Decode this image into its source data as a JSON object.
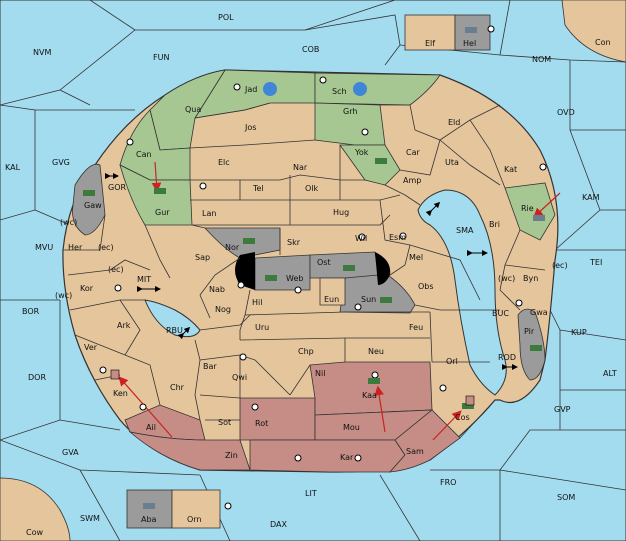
{
  "colors": {
    "sea": "#a4dcef",
    "land": "#e5c59c",
    "green": "#a7c792",
    "red": "#c58d85",
    "gray": "#9b9b9b",
    "blue_unit": "#3f87d6",
    "arrow": "#cc2222"
  },
  "provinces": {
    "pol": "POL",
    "nvm": "NVM",
    "fun": "FUN",
    "cob": "COB",
    "nom": "NOM",
    "con": "Con",
    "elf": "Elf",
    "hel": "Hel",
    "ovd": "OVD",
    "kal": "KAL",
    "gvg": "GVG",
    "kam": "KAM",
    "tei": "TEI",
    "mvu": "MVU",
    "bor": "BOR",
    "kup": "KUP",
    "dor": "DOR",
    "alt": "ALT",
    "gvp": "GVP",
    "gva": "GVA",
    "fro": "FRO",
    "som": "SOM",
    "lit": "LIT",
    "swm": "SWM",
    "dax": "DAX",
    "cow": "Cow",
    "aba": "Aba",
    "orn": "Orn",
    "jad": "Jad",
    "sch": "Sch",
    "qua": "Qua",
    "jos": "Jos",
    "grh": "Grh",
    "eld": "Eld",
    "can": "Can",
    "elc": "Elc",
    "nar": "Nar",
    "yok": "Yok",
    "car": "Car",
    "uta": "Uta",
    "kat": "Kat",
    "gur": "Gur",
    "tel": "Tel",
    "olk": "Olk",
    "amp": "Amp",
    "gor": "GOR",
    "gaw": "Gaw",
    "lan": "Lan",
    "hug": "Hug",
    "rie": "Rie",
    "bri": "Bri",
    "sma": "SMA",
    "wc1": "(wc)",
    "her": "Her",
    "ec1": "(ec)",
    "nor": "Nor",
    "skr": "Skr",
    "wil": "Wil",
    "esm": "Esm",
    "sap": "Sap",
    "ost": "Ost",
    "mel": "Mel",
    "web": "Web",
    "ec2": "(ec)",
    "kor": "Kor",
    "mit": "MIT",
    "nab": "Nab",
    "eun": "Eun",
    "wc2": "(wc)",
    "byn": "Byn",
    "ec3": "(ec)",
    "obs": "Obs",
    "sun": "Sun",
    "wc3": "(wc)",
    "hil": "Hil",
    "ark": "Ark",
    "nog": "Nog",
    "gwa": "Gwa",
    "rbu": "RBU",
    "uru": "Uru",
    "feu": "Feu",
    "buc": "BUC",
    "pir": "Pir",
    "ver": "Ver",
    "chp": "Chp",
    "neu": "Neu",
    "bar": "Bar",
    "orl": "Orl",
    "rod": "ROD",
    "qwi": "Qwi",
    "nil": "Nil",
    "chr": "Chr",
    "ken": "Ken",
    "kaa": "Kaa",
    "sot": "Sot",
    "rot": "Rot",
    "mou": "Mou",
    "ail": "Ail",
    "cos": "Cos",
    "zin": "Zin",
    "kar": "Kar",
    "sam": "Sam"
  }
}
